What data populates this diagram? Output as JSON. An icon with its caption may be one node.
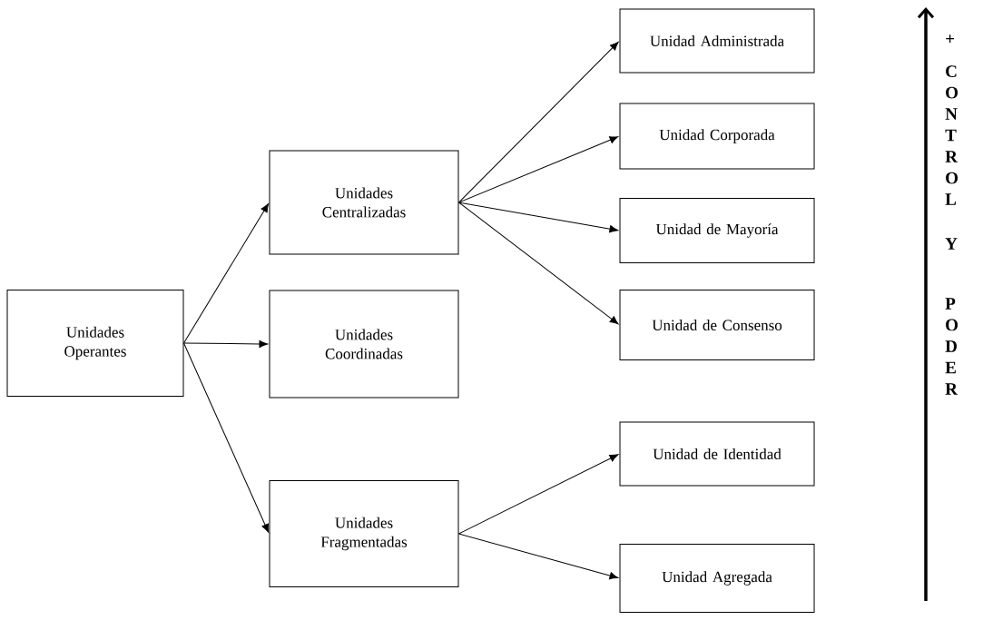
{
  "diagram": {
    "nodes": [
      {
        "text": [
          "Unidades Operantes"
        ]
      },
      {
        "text": [
          "Unidades Centralizadas"
        ]
      },
      {
        "text": [
          "Unidades Coordinadas"
        ]
      },
      {
        "text": [
          "Unidades Fragmentadas"
        ]
      },
      {
        "text": [
          "Unidad Administrada"
        ]
      },
      {
        "text": [
          "Unidad Corporada"
        ]
      },
      {
        "text": [
          "Unidad de Mayoría"
        ]
      },
      {
        "text": [
          "Unidad de Consenso"
        ]
      },
      {
        "text": [
          "Unidad de Identidad"
        ]
      },
      {
        "text": [
          "Unidad Agregada"
        ]
      }
    ],
    "edges": [
      {
        "from": 0,
        "to": 1,
        "arrow": "to"
      },
      {
        "from": 0,
        "to": 2,
        "arrow": "to"
      },
      {
        "from": 0,
        "to": 3,
        "arrow": "to"
      },
      {
        "from": 1,
        "to": 4,
        "arrow": "to"
      },
      {
        "from": 1,
        "to": 5,
        "arrow": "to"
      },
      {
        "from": 1,
        "to": 6,
        "arrow": "to"
      },
      {
        "from": 1,
        "to": 7,
        "arrow": "to"
      },
      {
        "from": 3,
        "to": 8,
        "arrow": "to"
      },
      {
        "from": 3,
        "to": 9,
        "arrow": "to"
      }
    ],
    "labels": [
      "+",
      "CONTROL",
      "Y",
      "PODER"
    ]
  }
}
